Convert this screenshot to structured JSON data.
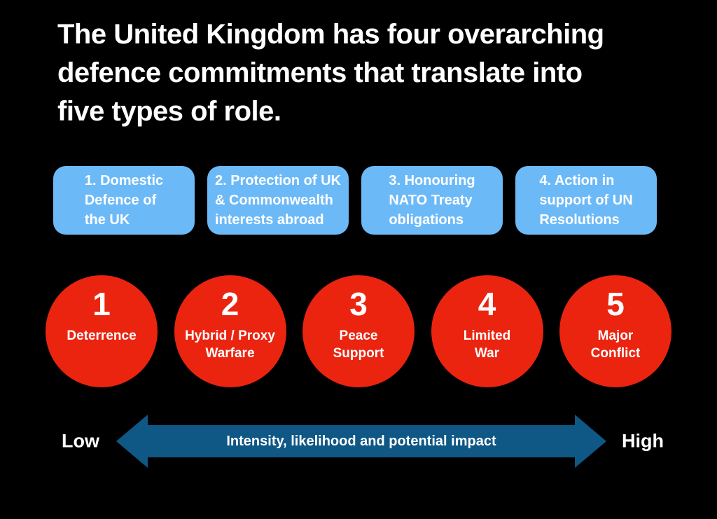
{
  "colors": {
    "background": "#000000",
    "commitment_box": "#6CB9F8",
    "role_circle": "#EB2410",
    "arrow": "#0F5785",
    "text": "#FFFFFF"
  },
  "title": {
    "lines": [
      "The United Kingdom has four overarching",
      "defence commitments that translate into",
      "five types of role."
    ]
  },
  "commitments": {
    "items": [
      {
        "lines": [
          "1. Domestic",
          "Defence of",
          "the UK"
        ]
      },
      {
        "lines": [
          "2. Protection of UK",
          "& Commonwealth",
          "interests abroad"
        ]
      },
      {
        "lines": [
          "3. Honouring",
          "NATO Treaty",
          "obligations"
        ]
      },
      {
        "lines": [
          "4. Action in",
          "support of UN",
          "Resolutions"
        ]
      }
    ]
  },
  "roles": {
    "items": [
      {
        "number": "1",
        "label_lines": [
          "Deterrence"
        ]
      },
      {
        "number": "2",
        "label_lines": [
          "Hybrid / Proxy",
          "Warfare"
        ]
      },
      {
        "number": "3",
        "label_lines": [
          "Peace",
          "Support"
        ]
      },
      {
        "number": "4",
        "label_lines": [
          "Limited",
          "War"
        ]
      },
      {
        "number": "5",
        "label_lines": [
          "Major",
          "Conflict"
        ]
      }
    ]
  },
  "axis": {
    "low_label": "Low",
    "high_label": "High",
    "arrow_label": "Intensity, likelihood and potential impact"
  }
}
